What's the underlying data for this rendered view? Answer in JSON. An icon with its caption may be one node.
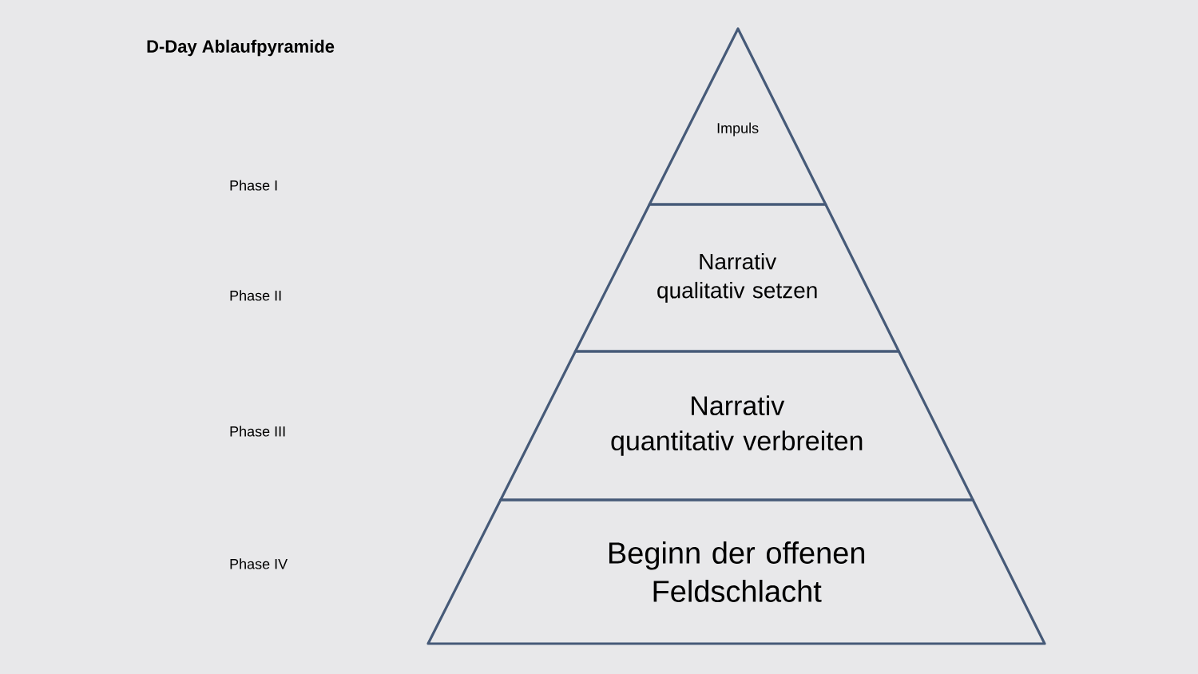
{
  "diagram": {
    "title": "D-Day Ablaufpyramide",
    "nodes": [
      {
        "text": [
          "Impuls"
        ]
      },
      {
        "text": [
          "Narrativ qualitativ setzen"
        ]
      },
      {
        "text": [
          "Narrativ quantitativ verbreiten"
        ]
      },
      {
        "text": [
          "Beginn der offenen Feldschlacht"
        ]
      }
    ],
    "edges": [],
    "labels": [
      "Phase I",
      "Phase II",
      "Phase III",
      "Phase IV"
    ]
  }
}
